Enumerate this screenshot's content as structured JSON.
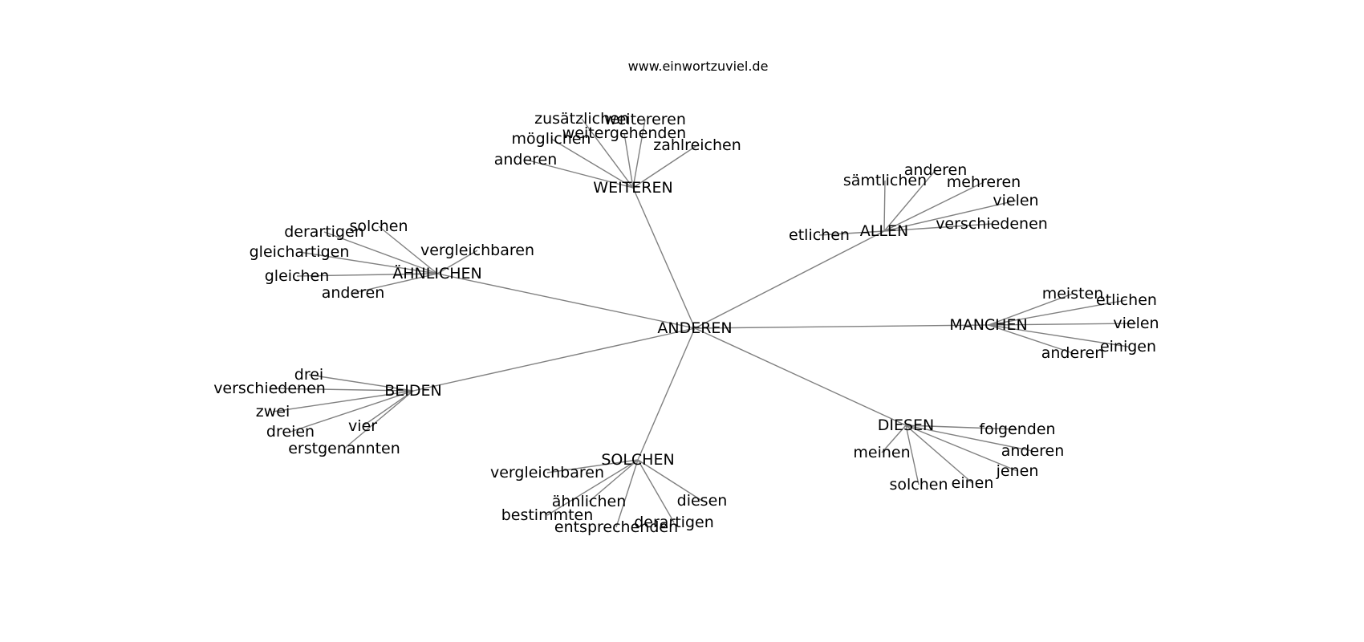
{
  "header": {
    "site": "www.einwortzuviel.de"
  },
  "graph": {
    "center": "ANDEREN",
    "clusters": [
      {
        "hub": "WEITEREN",
        "leaves": [
          "zusätzlichen",
          "weitereren",
          "weitergehenden",
          "möglichen",
          "zahlreichen",
          "anderen"
        ]
      },
      {
        "hub": "ALLEN",
        "leaves": [
          "anderen",
          "sämtlichen",
          "mehreren",
          "vielen",
          "verschiedenen",
          "etlichen"
        ]
      },
      {
        "hub": "ÄHNLICHEN",
        "leaves": [
          "solchen",
          "derartigen",
          "vergleichbaren",
          "gleichartigen",
          "gleichen",
          "anderen"
        ]
      },
      {
        "hub": "MANCHEN",
        "leaves": [
          "meisten",
          "etlichen",
          "vielen",
          "einigen",
          "anderen"
        ]
      },
      {
        "hub": "BEIDEN",
        "leaves": [
          "drei",
          "verschiedenen",
          "zwei",
          "dreien",
          "vier",
          "erstgenannten"
        ]
      },
      {
        "hub": "DIESEN",
        "leaves": [
          "folgenden",
          "meinen",
          "anderen",
          "jenen",
          "einen",
          "solchen"
        ]
      },
      {
        "hub": "SOLCHEN",
        "leaves": [
          "vergleichbaren",
          "diesen",
          "ähnlichen",
          "bestimmten",
          "derartigen",
          "entsprechenden"
        ]
      }
    ]
  }
}
